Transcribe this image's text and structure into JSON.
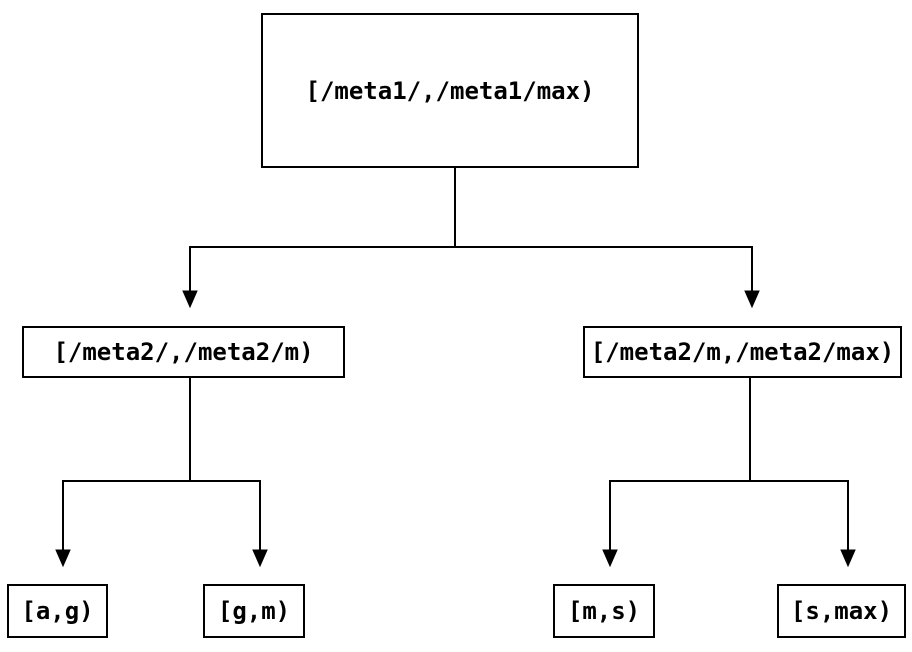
{
  "diagram": {
    "type": "tree",
    "background": "#ffffff",
    "line_color": "#000000",
    "nodes": {
      "root": {
        "label": "[/meta1/,/meta1/max)"
      },
      "left_child": {
        "label": "[/meta2/,/meta2/m)"
      },
      "right_child": {
        "label": "[/meta2/m,/meta2/max)"
      },
      "leaf_ag": {
        "label": "[a,g)"
      },
      "leaf_gm": {
        "label": "[g,m)"
      },
      "leaf_ms": {
        "label": "[m,s)"
      },
      "leaf_smax": {
        "label": "[s,max)"
      }
    },
    "edges": [
      {
        "from": "root",
        "to": "left_child"
      },
      {
        "from": "root",
        "to": "right_child"
      },
      {
        "from": "left_child",
        "to": "leaf_ag"
      },
      {
        "from": "left_child",
        "to": "leaf_gm"
      },
      {
        "from": "right_child",
        "to": "leaf_ms"
      },
      {
        "from": "right_child",
        "to": "leaf_smax"
      }
    ]
  }
}
